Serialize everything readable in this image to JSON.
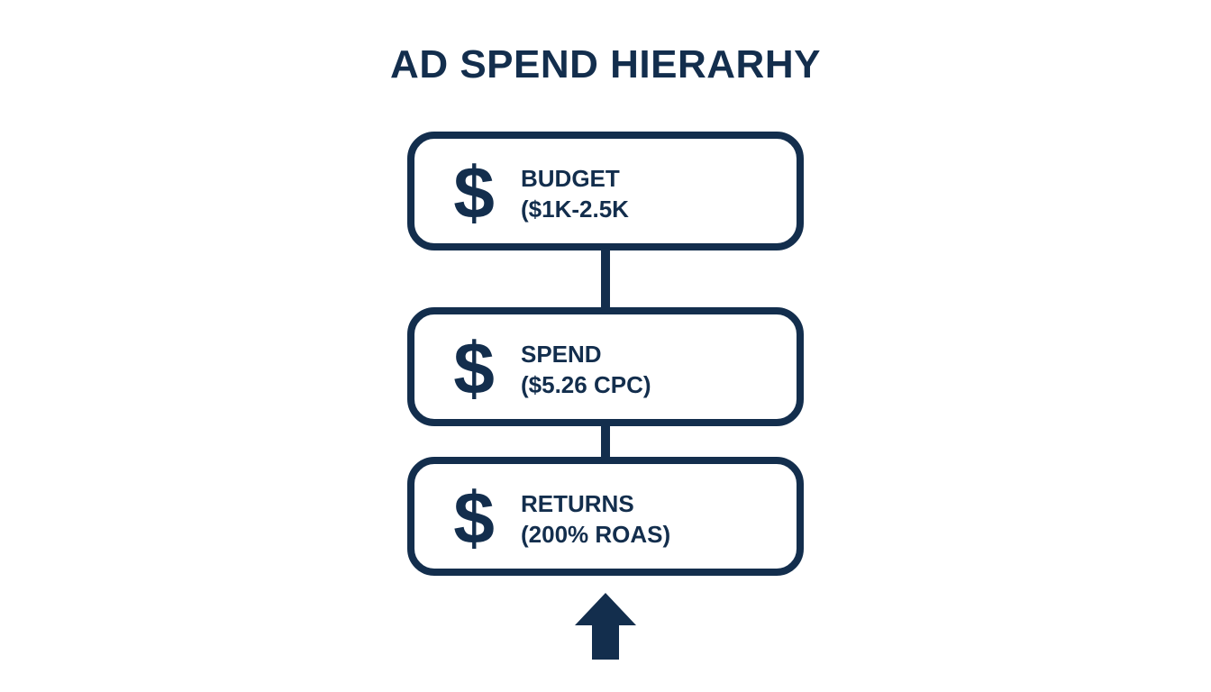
{
  "title": "AD SPEND HIERARHY",
  "tiers": [
    {
      "icon": "dollar-icon",
      "glyph": "$",
      "label": "BUDGET",
      "detail": "($1K-2.5K"
    },
    {
      "icon": "dollar-icon",
      "glyph": "$",
      "label": "SPEND",
      "detail": "($5.26 CPC)"
    },
    {
      "icon": "dollar-icon",
      "glyph": "$",
      "label": "RETURNS",
      "detail": "(200% ROAS)"
    }
  ],
  "footer_icon": "up-arrow-icon",
  "colors": {
    "primary": "#132e4d",
    "background": "#ffffff"
  }
}
